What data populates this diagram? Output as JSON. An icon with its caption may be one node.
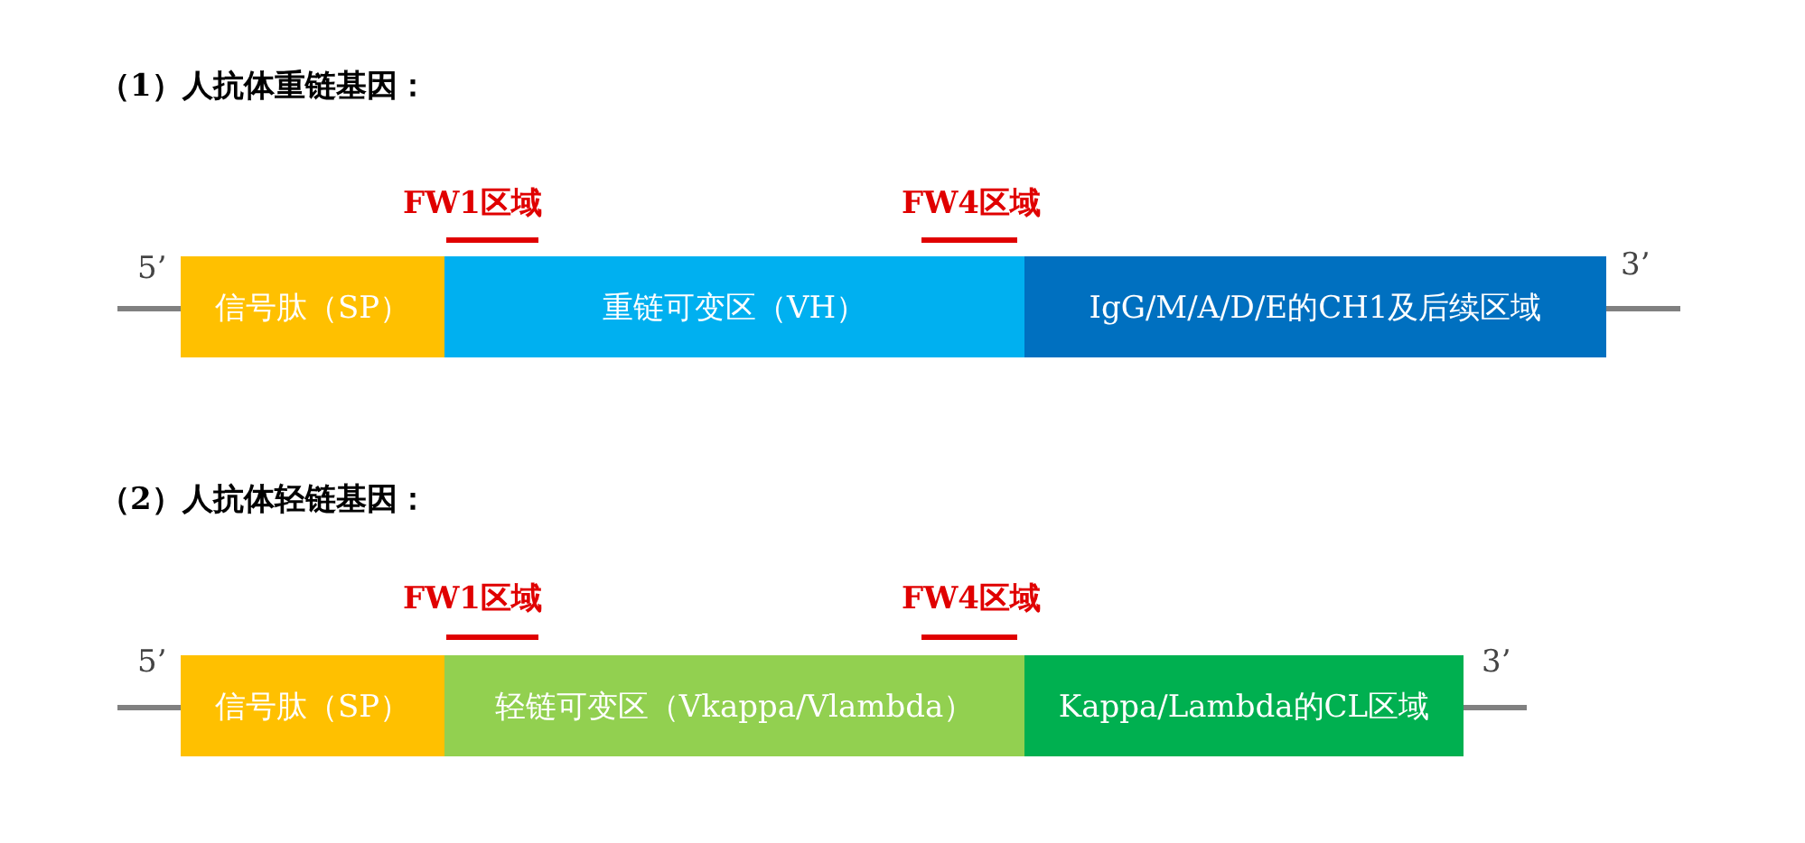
{
  "diagram": {
    "nodes": [
      {
        "text": [
          "信号肽（SP）"
        ]
      },
      {
        "text": [
          "重链可变区（VH）"
        ]
      },
      {
        "text": [
          "IgG/M/A/D/E的CH1及后续区域"
        ]
      },
      {
        "text": [
          "信号肽（SP）"
        ]
      },
      {
        "text": [
          "轻链可变区（Vkappa/Vlambda）"
        ]
      },
      {
        "text": [
          "Kappa/Lambda的CL区域"
        ]
      }
    ],
    "labels": [
      "（1）人抗体重链基因：",
      "FW1区域",
      "FW4区域",
      "5’",
      "3’",
      "（2）人抗体轻链基因：",
      "FW1区域",
      "FW4区域",
      "5’",
      "3’"
    ]
  }
}
